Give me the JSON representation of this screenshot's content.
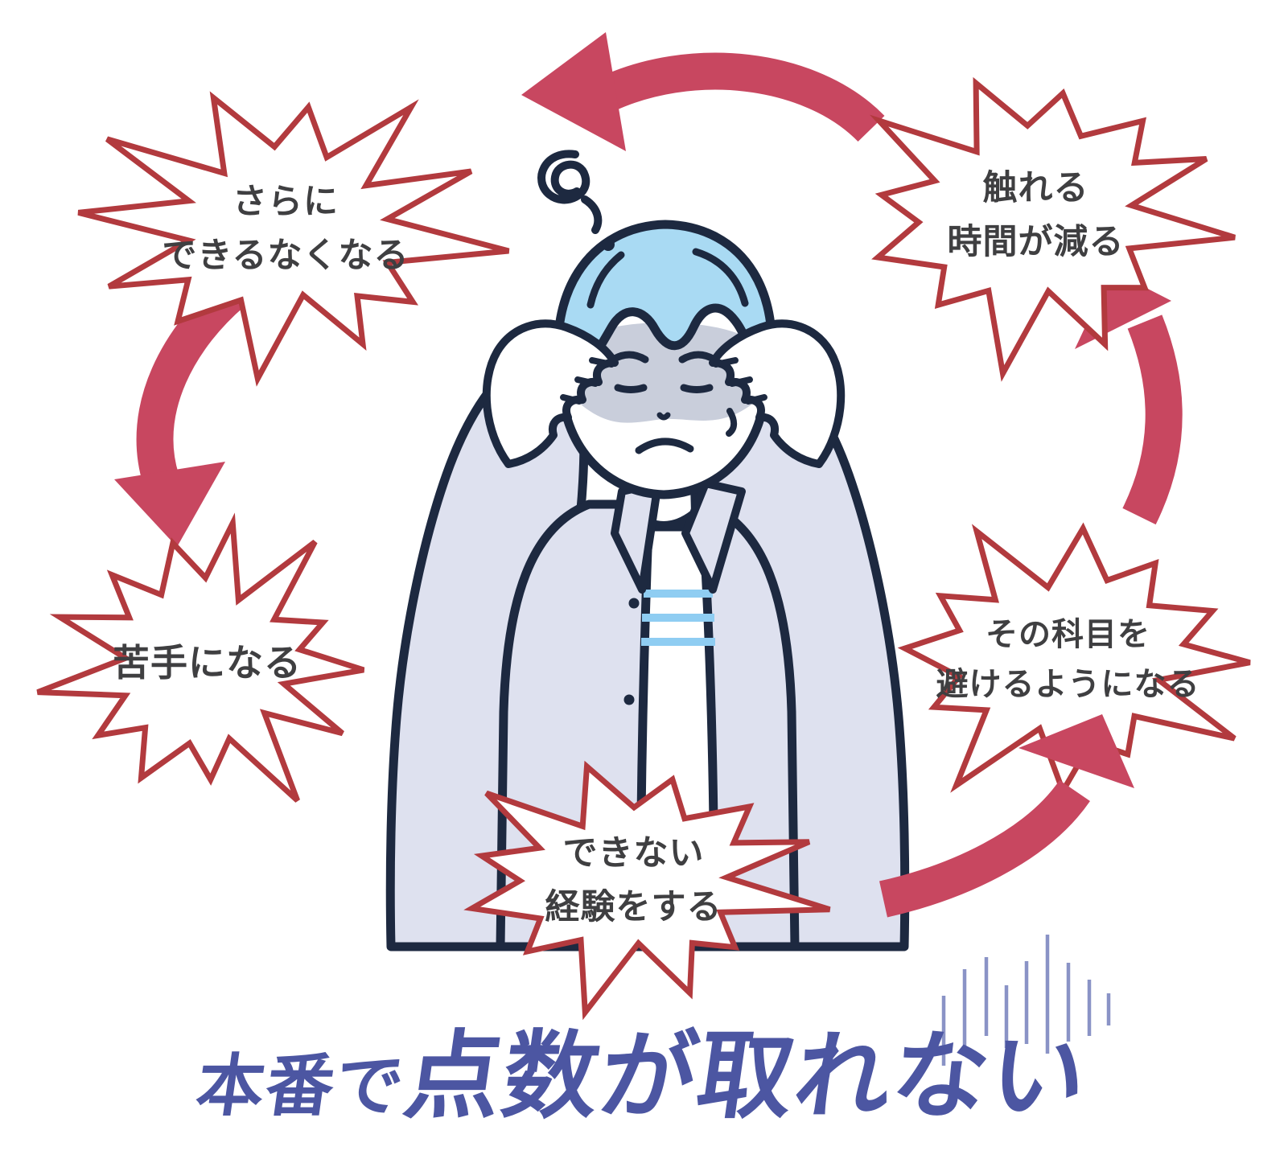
{
  "colors": {
    "bubble_outline": "#b23a3e",
    "arrow": "#c84760",
    "title_text": "#4c56a2",
    "bubble_text": "#3f3f41",
    "speed_lines": "#8a93c6"
  },
  "bubbles": {
    "less_time": {
      "line1": "触れる",
      "line2": "時間が減る"
    },
    "avoid_subject": {
      "line1": "その科目を",
      "line2": "避けるようになる"
    },
    "fail_experience": {
      "line1": "できない",
      "line2": "経験をする"
    },
    "become_weak": {
      "line1": "苦手になる",
      "line2": ""
    },
    "further_unable": {
      "line1": "さらに",
      "line2": "できるなくなる"
    }
  },
  "title": {
    "prefix": "本番で",
    "main": "点数が取れない"
  }
}
